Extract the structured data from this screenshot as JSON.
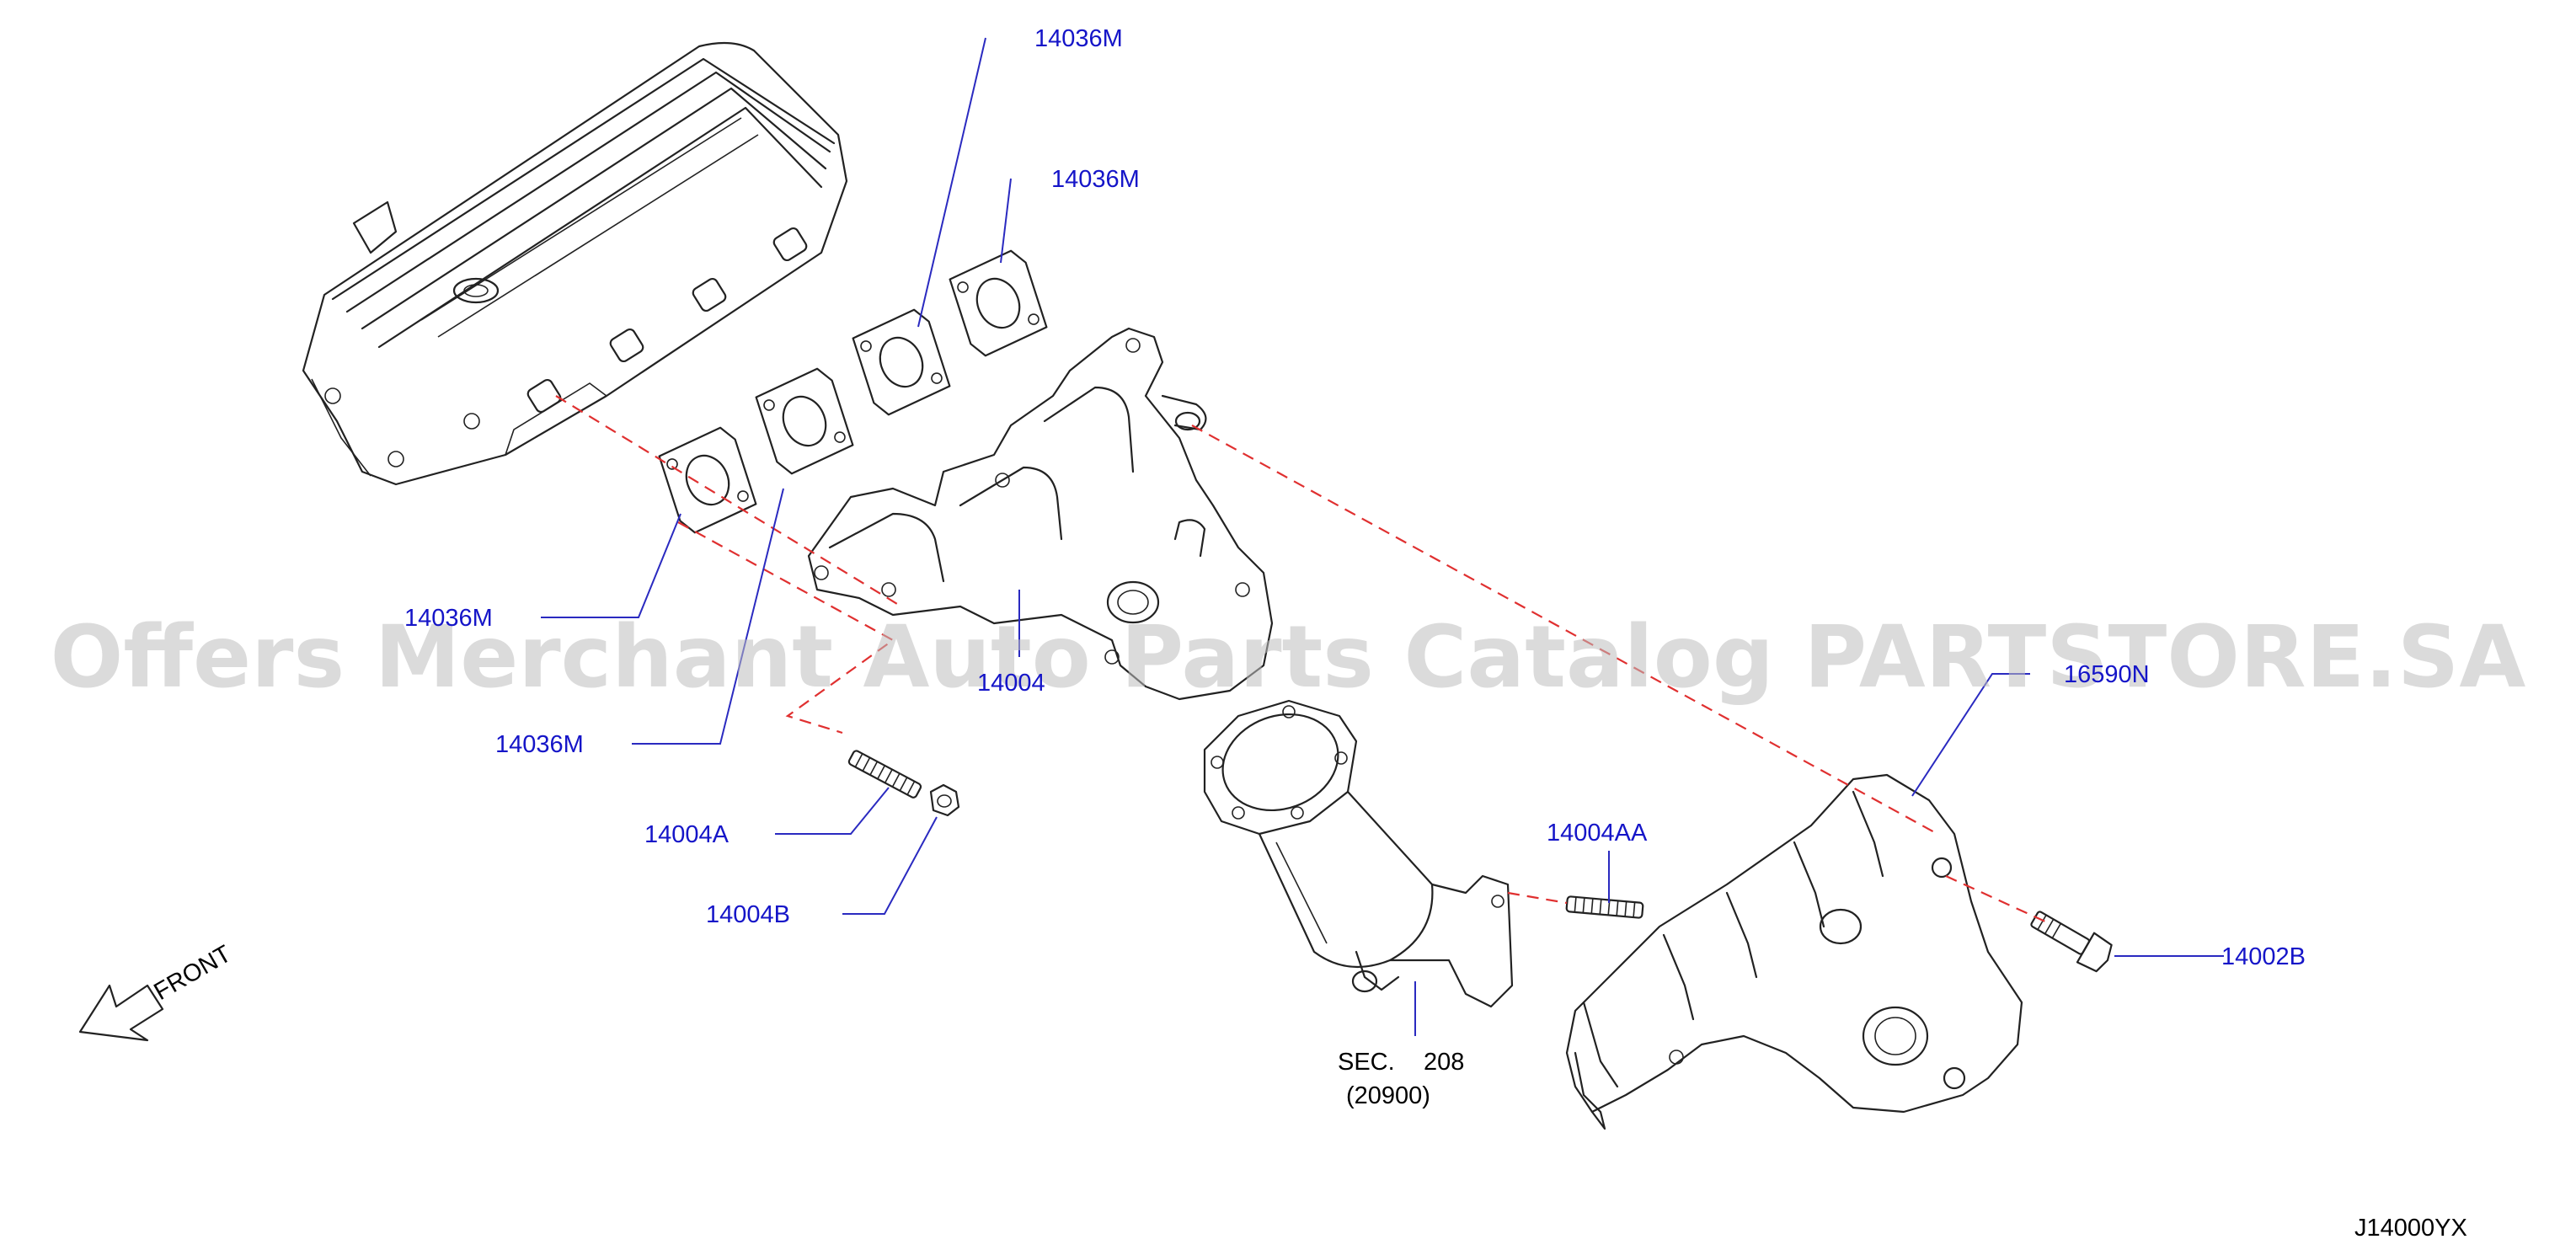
{
  "colors": {
    "label": "#1515c8",
    "leader": "#2a2ac0",
    "dash": "#e03030",
    "link": "#8a2be2",
    "outline": "#222222",
    "watermark": "#bdbdbd"
  },
  "watermark": "Offers Merchant Auto Parts Catalog PARTSTORE.SA",
  "front_label": "FRONT",
  "diagram_code": "J14000YX",
  "labels": {
    "gasket_top": "14036M",
    "gasket_second": "14036M",
    "gasket_left_upper": "14036M",
    "gasket_left_lower": "14036M",
    "manifold": "14004",
    "stud_a": "14004A",
    "nut_b": "14004B",
    "stud_aa": "14004AA",
    "heat_cover": "16590N",
    "bolt_b": "14002B"
  },
  "section_ref": {
    "prefix": "SEC.",
    "link": "208",
    "sub": "(20900)"
  }
}
